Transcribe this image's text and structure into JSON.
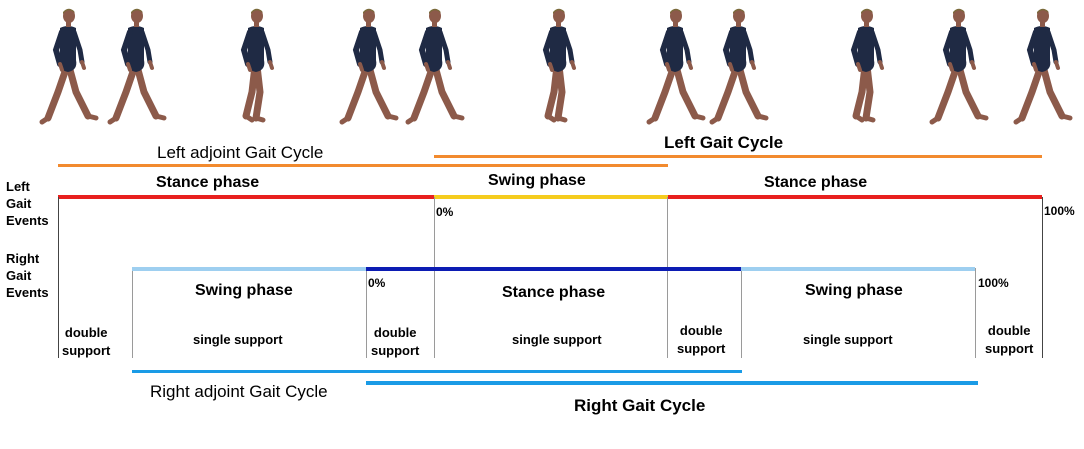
{
  "colors": {
    "left_gait_cycle": "#f28a2e",
    "left_stance": "#e8201e",
    "left_swing": "#f5cc1e",
    "right_swing": "#9ecff0",
    "right_stance": "#0c1cb3",
    "right_gait_cycle": "#1a9be6",
    "skin": "#8c5a4a",
    "suit": "#1f2a44",
    "hair": "#7a6a3a"
  },
  "figures": [
    {
      "name": "walker-1",
      "stride": "wide",
      "icon": "walking-figure-icon"
    },
    {
      "name": "walker-2",
      "stride": "wide",
      "icon": "walking-figure-icon"
    },
    {
      "name": "walker-3",
      "stride": "narrow",
      "icon": "walking-figure-icon"
    },
    {
      "name": "walker-4",
      "stride": "wide",
      "icon": "walking-figure-icon"
    },
    {
      "name": "walker-5",
      "stride": "wide",
      "icon": "walking-figure-icon"
    },
    {
      "name": "walker-6",
      "stride": "narrow",
      "icon": "walking-figure-icon"
    },
    {
      "name": "walker-7",
      "stride": "wide",
      "icon": "walking-figure-icon"
    },
    {
      "name": "walker-8",
      "stride": "wide",
      "icon": "walking-figure-icon"
    },
    {
      "name": "walker-9",
      "stride": "narrow",
      "icon": "walking-figure-icon"
    },
    {
      "name": "walker-10",
      "stride": "wide",
      "icon": "walking-figure-icon"
    },
    {
      "name": "walker-11",
      "stride": "wide",
      "icon": "walking-figure-icon"
    }
  ],
  "left": {
    "adjoint_cycle_label": "Left adjoint Gait Cycle",
    "gait_cycle_label": "Left Gait Cycle",
    "events_label": [
      "Left",
      "Gait",
      "Events"
    ],
    "stance_1": "Stance phase",
    "swing": "Swing phase",
    "stance_2": "Stance phase",
    "start_pct": "0%",
    "end_pct": "100%"
  },
  "right": {
    "events_label": [
      "Right",
      "Gait",
      "Events"
    ],
    "swing_1": "Swing phase",
    "stance": "Stance phase",
    "swing_2": "Swing phase",
    "start_pct": "0%",
    "end_pct": "100%",
    "adjoint_cycle_label": "Right adjoint Gait Cycle",
    "gait_cycle_label": "Right Gait Cycle"
  },
  "support": {
    "double_1": [
      "double",
      "support"
    ],
    "single_1": "single support",
    "double_2": [
      "double",
      "support"
    ],
    "single_2": "single support",
    "double_3": [
      "double",
      "support"
    ],
    "single_3": "single support",
    "double_4": [
      "double",
      "support"
    ]
  }
}
